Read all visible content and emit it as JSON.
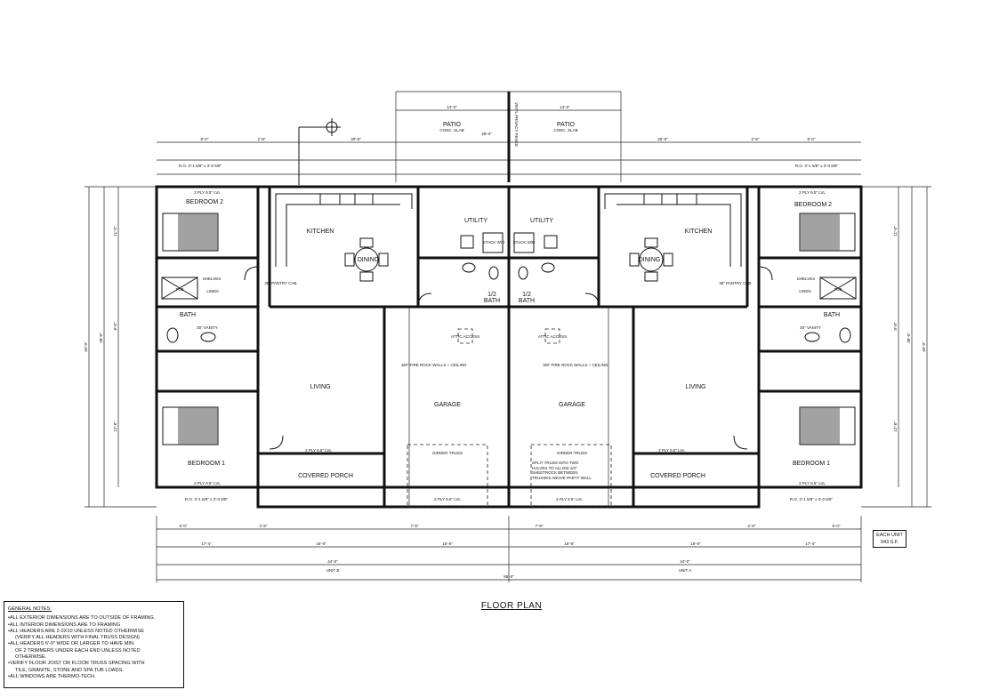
{
  "title": "FLOOR PLAN",
  "unit_area": {
    "line1": "EACH UNIT",
    "line2": "943 S.F."
  },
  "general_notes": {
    "heading": "GENERAL NOTES:",
    "lines": [
      "•ALL EXTERIOR DIMENSIONS ARE TO OUTSIDE OF FRAMING.",
      "•ALL INTERIOR DIMENSIONS ARE TO FRAMING",
      "•ALL HEADERS ARE 2-2X10 UNLESS NOTED OTHERWISE",
      "(VERIFY ALL HEADERS WITH FINAL TRUSS DESIGN)",
      "•ALL HEADERS 6'-0\" WIDE OR LARGER TO HAVE MIN.",
      "OF 2 TRIMMERS UNDER EACH END UNLESS NOTED",
      "OTHERWISE.",
      "•VERIFY FLOOR JOIST OR FLOOR TRUSS SPACING WITH",
      "TILE, GRANITE, STONE AND SPA TUB LOADS.",
      "•ALL WINDOWS ARE THERMO-TECH."
    ]
  },
  "rooms": {
    "patio": "PATIO",
    "patio_sub": "CONC. SLAB",
    "utility": "UTILITY",
    "kitchen": "KITCHEN",
    "dining": "DINING",
    "bedroom2": "BEDROOM 2",
    "bedroom1": "BEDROOM 1",
    "bath": "BATH",
    "half": "1/2",
    "half_bath": "BATH",
    "living": "LIVING",
    "garage": "GARAGE",
    "covered_porch": "COVERED PORCH",
    "pantry": "36\" PANTRY CAB.",
    "stack": "STACK W/D",
    "attic": "ATTIC ACCESS",
    "fire_rock": "5/8\" FIRE ROCK WALLS + CEILING",
    "girder": "GIRDER TRUSS",
    "split_truss": "SPLIT TRUSS INTO TWO HALVES TO ALLOW 1/2\" SHEETROCK BETWEEN TRUSSES ABOVE PARTY WALL",
    "vinyl_fence": "VINYL PRIVACY FENCE",
    "linen": "LINEN",
    "shelves": "SHELVES",
    "tub": "TUB",
    "vanity": "30\" VANITY",
    "header_lvl": "2 PLY 9.5\" LVL",
    "ro_window": "R.O. 3'-1 5/8\" x 3'-0 5/8\"",
    "unit_a": "UNIT A",
    "unit_b": "UNIT B"
  },
  "dimensions": {
    "overall": "88'-0\"",
    "unit": "44'-0\"",
    "depth": "40'-0\"",
    "depth2": "38'-0\"",
    "patio_w": "14'-0\"",
    "patio_d": "28'-0\"",
    "top_a": "8'-0\"",
    "top_b": "30'-8\"",
    "top_c": "2'-8\"",
    "bot_a": "17'-4\"",
    "bot_b": "16'-0\"",
    "bot_c": "15'-8\"",
    "bot_d": "7'-8\"",
    "bot_e": "6'-0\"",
    "bot_f": "2'-8\"",
    "side_a": "11'-0\"",
    "side_b": "12'-8\"",
    "side_c": "8'-8\"",
    "side_d": "3'-0\""
  }
}
